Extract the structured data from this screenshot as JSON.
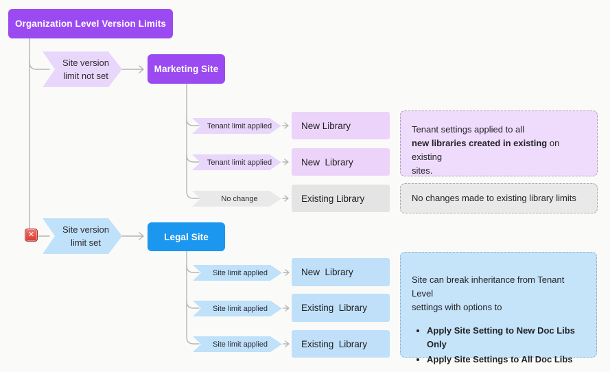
{
  "diagram": {
    "root": {
      "label": "Organization Level Version Limits"
    },
    "marketing": {
      "condition": {
        "line1": "Site version",
        "line2": "limit not set"
      },
      "site_label": "Marketing Site",
      "rows": [
        {
          "condition": "Tenant limit applied",
          "target": "New Library"
        },
        {
          "condition": "Tenant limit applied",
          "target": "New  Library"
        },
        {
          "condition": "No change",
          "target": "Existing Library"
        }
      ]
    },
    "legal": {
      "condition": {
        "line1": "Site version",
        "line2": "limit set"
      },
      "site_label": "Legal Site",
      "rows": [
        {
          "condition": "Site limit applied",
          "target": "New  Library"
        },
        {
          "condition": "Site limit applied",
          "target": "Existing  Library"
        },
        {
          "condition": "Site limit applied",
          "target": "Existing  Library"
        }
      ]
    },
    "notes": {
      "tenant": {
        "line1": "Tenant settings applied to all",
        "line2_bold": "new libraries created in existing",
        "line2_rest": " on existing",
        "line3": "sites."
      },
      "no_change": "No changes made to existing library limits",
      "site": {
        "intro_line1": "Site can break inheritance from Tenant Level",
        "intro_line2": "settings with options to",
        "bullets": [
          "Apply Site Setting to New Doc Libs Only",
          "Apply Site Settings to All Doc Libs"
        ]
      }
    },
    "icons": {
      "error_glyph": "✕"
    },
    "colors": {
      "tenant_purple": "#9b4af2",
      "site_blue": "#1b97f0",
      "purple_light": "#e9d7fb",
      "blue_light": "#bfe1f9",
      "grey_neutral": "#e9e9e9",
      "connector": "#b4b4b4",
      "error_red": "#d93a31"
    }
  }
}
